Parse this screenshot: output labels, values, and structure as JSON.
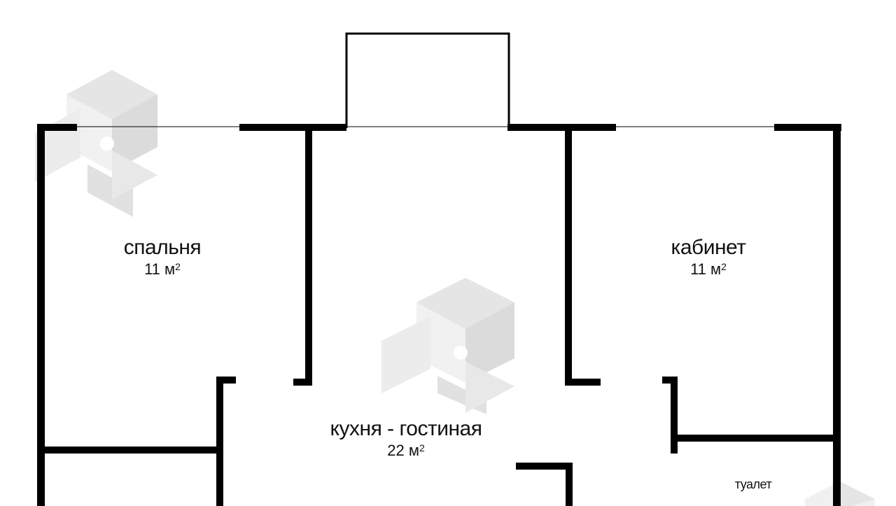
{
  "rooms": {
    "bedroom": {
      "name": "спальня",
      "area": "11 м",
      "area_exp": "2"
    },
    "office": {
      "name": "кабинет",
      "area": "11 м",
      "area_exp": "2"
    },
    "kitchen_living": {
      "name": "кухня - гостиная",
      "area": "22 м",
      "area_exp": "2"
    },
    "toilet": {
      "name": "туалет"
    }
  },
  "colors": {
    "wall": "#000000",
    "background": "#ffffff",
    "watermark": "#d9d9d9"
  },
  "watermark_icon": "impossible-triangle-cube-logo"
}
